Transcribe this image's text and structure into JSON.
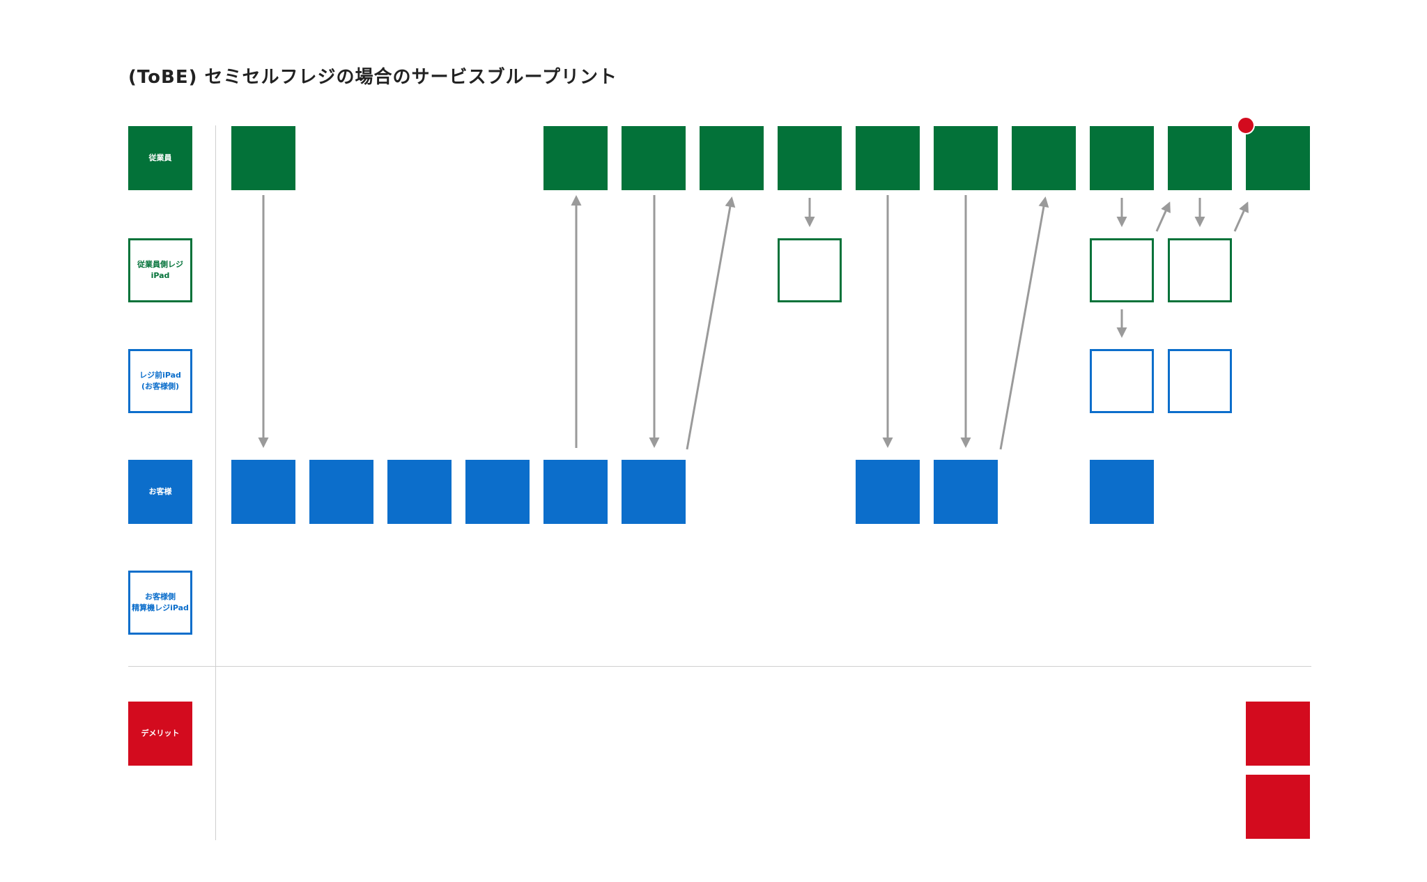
{
  "title": "(ToBE) セミセルフレジの場合のサービスブループリント",
  "lanes": {
    "staff": "従業員",
    "staff_ipad": "従業員側レジ\niPad",
    "front_ipad": "レジ前iPad\n(お客様側)",
    "customer": "お客様",
    "customer_ipad": "お客様側\n精算機レジiPad",
    "demerit": "デメリット"
  },
  "colors": {
    "staff_green": "#037239",
    "customer_blue": "#0c6ecb",
    "demerit_red": "#d30b1e",
    "arrow_gray": "#9a9a9a",
    "divider_gray": "#cfcfcf"
  }
}
